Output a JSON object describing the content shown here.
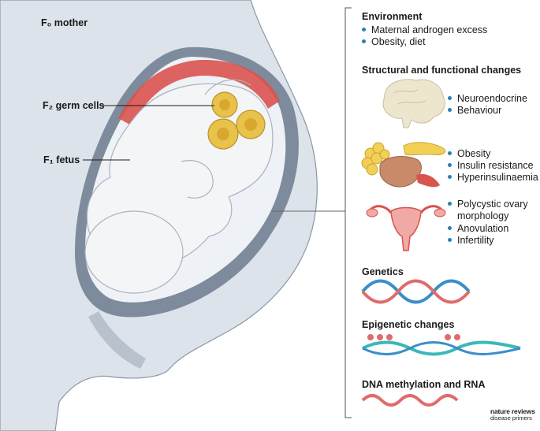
{
  "labels": {
    "mother": "F₀ mother",
    "germ_cells": "F₂ germ cells",
    "fetus": "F₁ fetus"
  },
  "sections": {
    "environment": {
      "title": "Environment",
      "items": [
        "Maternal androgen excess",
        "Obesity, diet"
      ]
    },
    "structural": {
      "title": "Structural and functional changes",
      "brain_items": [
        "Neuroendocrine",
        "Behaviour"
      ],
      "metabolic_items": [
        "Obesity",
        "Insulin resistance",
        "Hyperinsulinaemia"
      ],
      "reproductive_items": [
        "Polycystic ovary",
        "morphology",
        "Anovulation",
        "Infertility"
      ]
    },
    "genetics": {
      "title": "Genetics"
    },
    "epigenetic": {
      "title": "Epigenetic changes"
    },
    "dna_rna": {
      "title": "DNA methylation and RNA"
    }
  },
  "branding": {
    "line1": "nature reviews",
    "line2": "disease primers"
  },
  "colors": {
    "body_fill": "#dde3ea",
    "uterus_wall": "#7d8b9c",
    "muscle": "#d9534f",
    "fetus_fill": "#f4f5f7",
    "germ_cell": "#e8c24a",
    "dna_red": "#e06b6b",
    "dna_blue": "#3a8fc8",
    "dna_teal": "#3bb8b8",
    "bullet": "#2a7fb8"
  }
}
